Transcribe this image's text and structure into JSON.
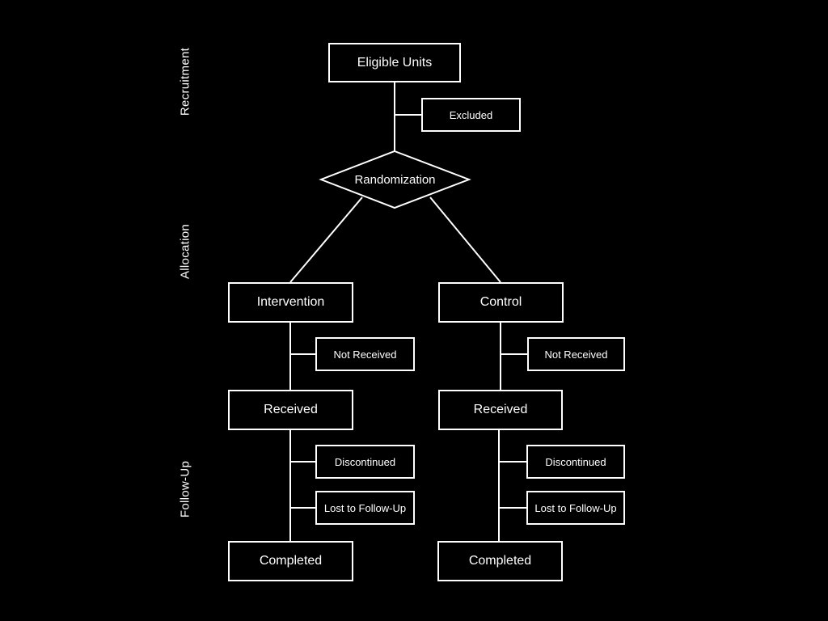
{
  "stages": {
    "recruitment": "Recruitment",
    "allocation": "Allocation",
    "follow_up": "Follow-Up"
  },
  "nodes": {
    "eligible": "Eligible Units",
    "excluded": "Excluded",
    "randomization": "Randomization",
    "intervention": {
      "arm": "Intervention",
      "not_received": "Not Received",
      "received": "Received",
      "discontinued": "Discontinued",
      "lost": "Lost to Follow-Up",
      "completed": "Completed"
    },
    "control": {
      "arm": "Control",
      "not_received": "Not Received",
      "received": "Received",
      "discontinued": "Discontinued",
      "lost": "Lost to Follow-Up",
      "completed": "Completed"
    }
  },
  "colors": {
    "background": "#000000",
    "stroke": "#ffffff",
    "text": "#ffffff"
  }
}
